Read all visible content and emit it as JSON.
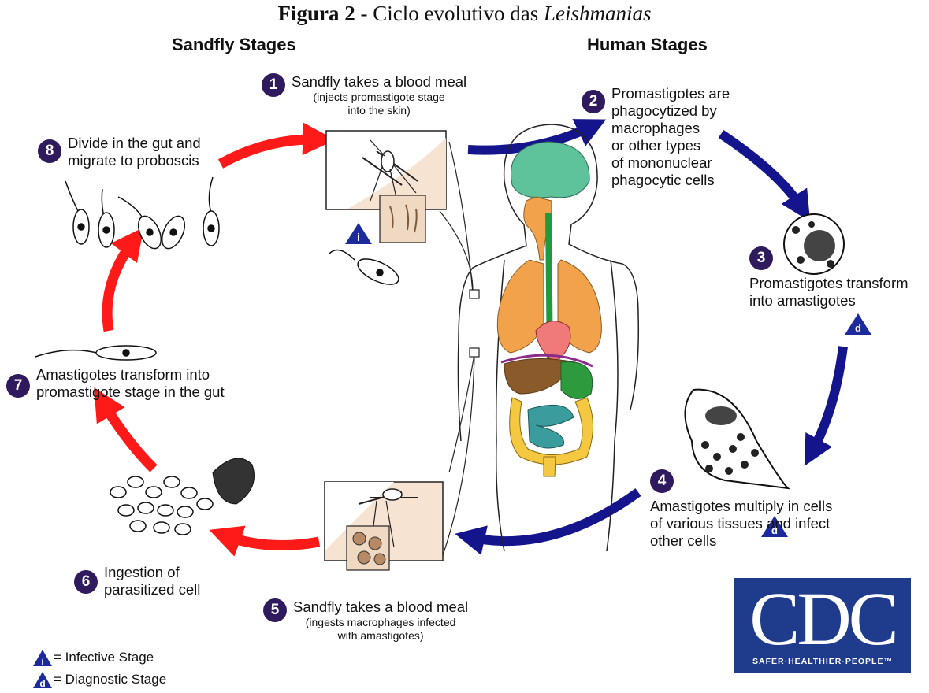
{
  "figure": {
    "prefix": "Figura 2",
    "dash": " - Ciclo evolutivo das ",
    "genus": "Leishmanias"
  },
  "headers": {
    "sandfly": "Sandfly Stages",
    "human": "Human Stages"
  },
  "steps": [
    {
      "num": "1",
      "text": "Sandfly takes a blood meal",
      "sub": "(injects promastigote stage\ninto the skin)"
    },
    {
      "num": "2",
      "text": "Promastigotes are\nphagocytized by\nmacrophages\nor other types\nof mononuclear\nphagocytic cells"
    },
    {
      "num": "3",
      "text": "Promastigotes transform\ninto amastigotes"
    },
    {
      "num": "4",
      "text": "Amastigotes multiply in cells\nof various tissues and infect\nother cells"
    },
    {
      "num": "5",
      "text": "Sandfly takes a blood meal",
      "sub": "(ingests macrophages infected\nwith amastigotes)"
    },
    {
      "num": "6",
      "text": "Ingestion of\nparasitized cell"
    },
    {
      "num": "7",
      "text": "Amastigotes transform into\npromastigote stage in  the gut"
    },
    {
      "num": "8",
      "text": "Divide in the gut and\nmigrate to proboscis"
    }
  ],
  "legend": {
    "infective": {
      "symbol": "i",
      "text": "= Infective Stage"
    },
    "diagnostic": {
      "symbol": "d",
      "text": "= Diagnostic Stage"
    }
  },
  "cdc": {
    "logo": "CDC",
    "slogan": "SAFER·HEALTHIER·PEOPLE™"
  },
  "colors": {
    "red_arrow": "#ff1a1a",
    "blue_arrow": "#14148c",
    "step_circle": "#2e1a5c",
    "cdc_blue": "#1f3c8c"
  }
}
